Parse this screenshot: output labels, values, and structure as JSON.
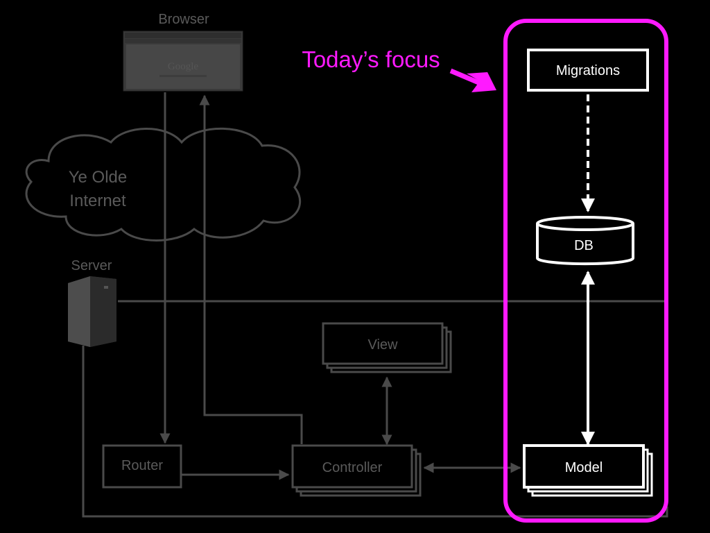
{
  "browser": {
    "label": "Browser",
    "logo_text": "Google"
  },
  "cloud": {
    "line1": "Ye Olde",
    "line2": "Internet"
  },
  "server": {
    "label": "Server"
  },
  "nodes": {
    "migrations": "Migrations",
    "db": "DB",
    "view": "View",
    "router": "Router",
    "controller": "Controller",
    "model": "Model"
  },
  "callout": {
    "text": "Today’s focus"
  },
  "colors": {
    "background": "#000000",
    "faded": "#4a4a4a",
    "faded_text": "#5a5a5a",
    "active": "#ffffff",
    "highlight": "#ff1aff"
  }
}
